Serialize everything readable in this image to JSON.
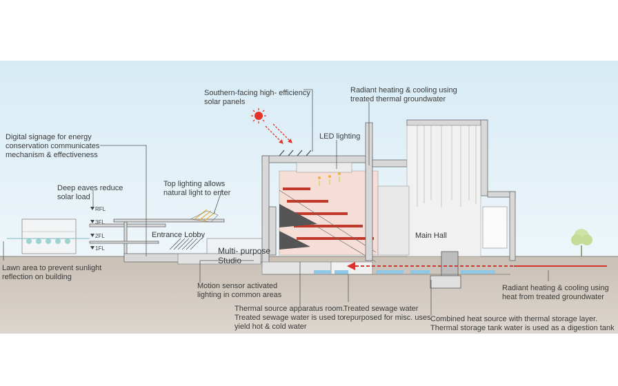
{
  "labels": {
    "solar_panels": [
      "Southern-facing high- efficiency",
      "solar panels"
    ],
    "radiant_top": [
      "Radiant heating & cooling using",
      "treated thermal groundwater"
    ],
    "signage": [
      "Digital signage for energy",
      "conservation communicates",
      "mechanism & effectiveness"
    ],
    "led": "LED lighting",
    "eaves": [
      "Deep eaves reduce",
      "solar load"
    ],
    "top_lighting": [
      "Top lighting allows",
      "natural light to enter"
    ],
    "lawn": [
      "Lawn area to prevent sunlight",
      "reflection on building"
    ],
    "motion": [
      "Motion sensor activated",
      "lighting in common areas"
    ],
    "thermal_room": [
      "Thermal source apparatus room.",
      "Treated sewage water is used to",
      "yield hot & cold water"
    ],
    "sewage": [
      "Treated sewage water",
      "repurposed for misc. uses"
    ],
    "combined": [
      "Combined heat source with thermal storage layer.",
      "Thermal storage tank water is used as a digestion tank"
    ],
    "radiant_right": [
      "Radiant heating & cooling using",
      "heat from treated groundwater"
    ]
  },
  "rooms": {
    "entrance": "Entrance Lobby",
    "multipurpose": [
      "Multi- purpose",
      "Studio"
    ],
    "main_hall": "Main Hall"
  },
  "floors": [
    "RFL",
    "3FL",
    "2FL",
    "1FL"
  ],
  "colors": {
    "sky": "#cfe6f2",
    "ground": "#cfc6bd",
    "auditorium": "#f6ded6",
    "heat_line": "#d8322a",
    "water": "#8ec8e6",
    "sun": "#e2342a"
  }
}
